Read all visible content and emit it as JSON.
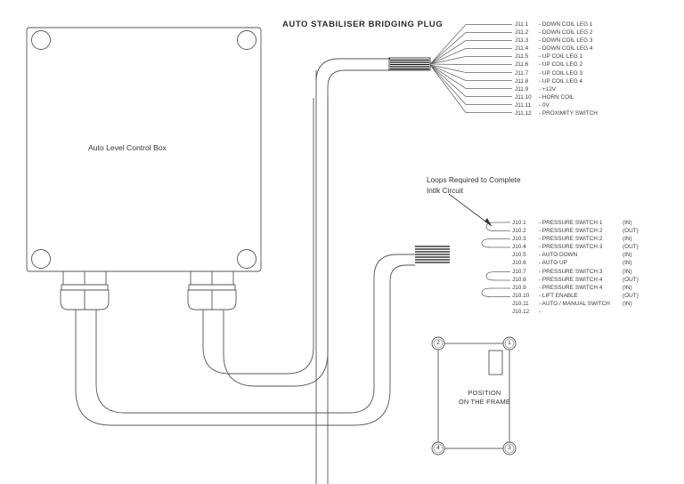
{
  "title": "AUTO STABILISER BRIDGING PLUG",
  "control_box": {
    "label": "Auto Level Control Box"
  },
  "note": {
    "line1": "Loops Required to Complete",
    "line2": "Intlk Circuit"
  },
  "frame_diagram": {
    "label_line1": "POSITION",
    "label_line2": "ON THE FRAME",
    "corners": {
      "top_left": "2",
      "top_right": "1",
      "bottom_left": "4",
      "bottom_right": "3"
    }
  },
  "connectors": {
    "j11": {
      "name": "J11",
      "pins": [
        {
          "id": "J11.1",
          "desc": "- DOWN COIL LEG 1"
        },
        {
          "id": "J11.2",
          "desc": "- DOWN COIL LEG 2"
        },
        {
          "id": "J11.3",
          "desc": "- DOWN COIL LEG 3"
        },
        {
          "id": "J11.4",
          "desc": "- DOWN COIL LEG 4"
        },
        {
          "id": "J11.5",
          "desc": "- UP COIL LEG 1"
        },
        {
          "id": "J11.6",
          "desc": "- UP COIL LEG 2"
        },
        {
          "id": "J11.7",
          "desc": "- UP COIL LEG 3"
        },
        {
          "id": "J11.8",
          "desc": "- UP COIL LEG 4"
        },
        {
          "id": "J11.9",
          "desc": "- +12V"
        },
        {
          "id": "J11.10",
          "desc": "- HORN COIL"
        },
        {
          "id": "J11.11",
          "desc": "- 0V"
        },
        {
          "id": "J11.12",
          "desc": "- PROXIMITY SWITCH"
        }
      ]
    },
    "j10": {
      "name": "J10",
      "pins": [
        {
          "id": "J10.1",
          "desc": "- PRESSURE SWITCH 1",
          "dir": "(IN)"
        },
        {
          "id": "J10.2",
          "desc": "- PRESSURE SWITCH 2",
          "dir": "(OUT)"
        },
        {
          "id": "J10.3",
          "desc": "- PRESSURE SWITCH 2",
          "dir": "(IN)"
        },
        {
          "id": "J10.4",
          "desc": "- PRESSURE SWITCH 3",
          "dir": "(OUT)"
        },
        {
          "id": "J10.5",
          "desc": "- AUTO DOWN",
          "dir": "(IN)"
        },
        {
          "id": "J10.6",
          "desc": "- AUTO UP",
          "dir": "(IN)"
        },
        {
          "id": "J10.7",
          "desc": "- PRESSURE SWITCH 3",
          "dir": "(IN)"
        },
        {
          "id": "J10.8",
          "desc": "- PRESSURE SWITCH 4",
          "dir": "(OUT)"
        },
        {
          "id": "J10.9",
          "desc": "- PRESSURE SWITCH 4",
          "dir": "(IN)"
        },
        {
          "id": "J10.10",
          "desc": "- LIFT ENABLE",
          "dir": "(OUT)"
        },
        {
          "id": "J10.11",
          "desc": "- AUTO / MANUAL SWITCH",
          "dir": "(IN)"
        },
        {
          "id": "J10.12",
          "desc": "-",
          "dir": ""
        }
      ]
    }
  },
  "colors": {
    "line": "#555555",
    "bundle": "#111111",
    "text": "#333333",
    "background": "#ffffff"
  }
}
